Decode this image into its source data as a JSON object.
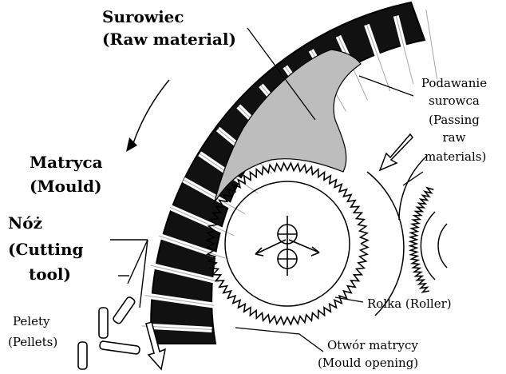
{
  "labels": {
    "raw_material_pl": "Surowiec",
    "raw_material_en": "(Raw material)",
    "passing_pl_1": "Podawanie",
    "passing_pl_2": "surowca",
    "passing_en_1": "(Passing",
    "passing_en_2": "raw",
    "passing_en_3": "materials)",
    "mould_pl": "Matryca",
    "mould_en": "(Mould)",
    "knife_pl": "Nóż",
    "knife_en_1": "(Cutting",
    "knife_en_2": "tool)",
    "pellets_pl": "Pelety",
    "pellets_en": "(Pellets)",
    "roller": "Rolka (Roller)",
    "opening_pl": "Otwór matrycy",
    "opening_en": "(Mould opening)"
  },
  "colors": {
    "ink": "#000000",
    "die_fill": "#111111",
    "hole_fill": "#ffffff",
    "material_fill": "#bdbdbd",
    "background": "#ffffff"
  }
}
